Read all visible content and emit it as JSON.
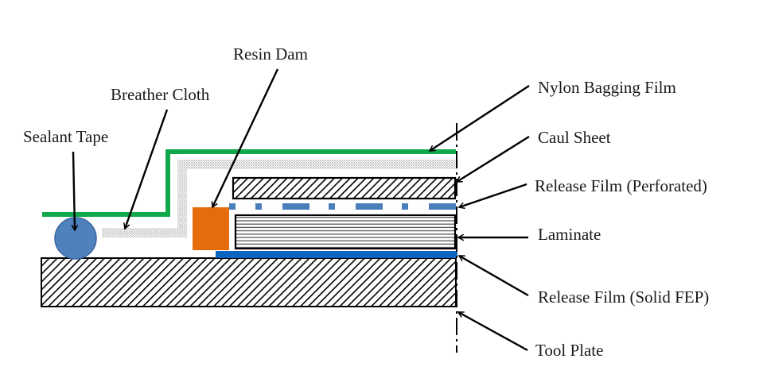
{
  "title": "Vacuum bagging lay-up cross-section",
  "labels": {
    "resin_dam": "Resin Dam",
    "breather_cloth": "Breather Cloth",
    "sealant_tape": "Sealant Tape",
    "nylon_bagging_film": "Nylon Bagging Film",
    "caul_sheet": "Caul Sheet",
    "release_film_perforated": "Release Film (Perforated)",
    "laminate": "Laminate",
    "release_film_solid": "Release Film (Solid FEP)",
    "tool_plate": "Tool Plate"
  },
  "colors": {
    "bagging_film": "#0fa84a",
    "breather": "#b8b8b8",
    "resin_dam": "#e46c0a",
    "perforated_film": "#4a7ebb",
    "solid_fep": "#0a64c0",
    "sealant_tape": "#4f81bd",
    "sealant_tape_edge": "#3a66a0",
    "hatch": "#000000",
    "laminate_stripe": "#444444"
  }
}
